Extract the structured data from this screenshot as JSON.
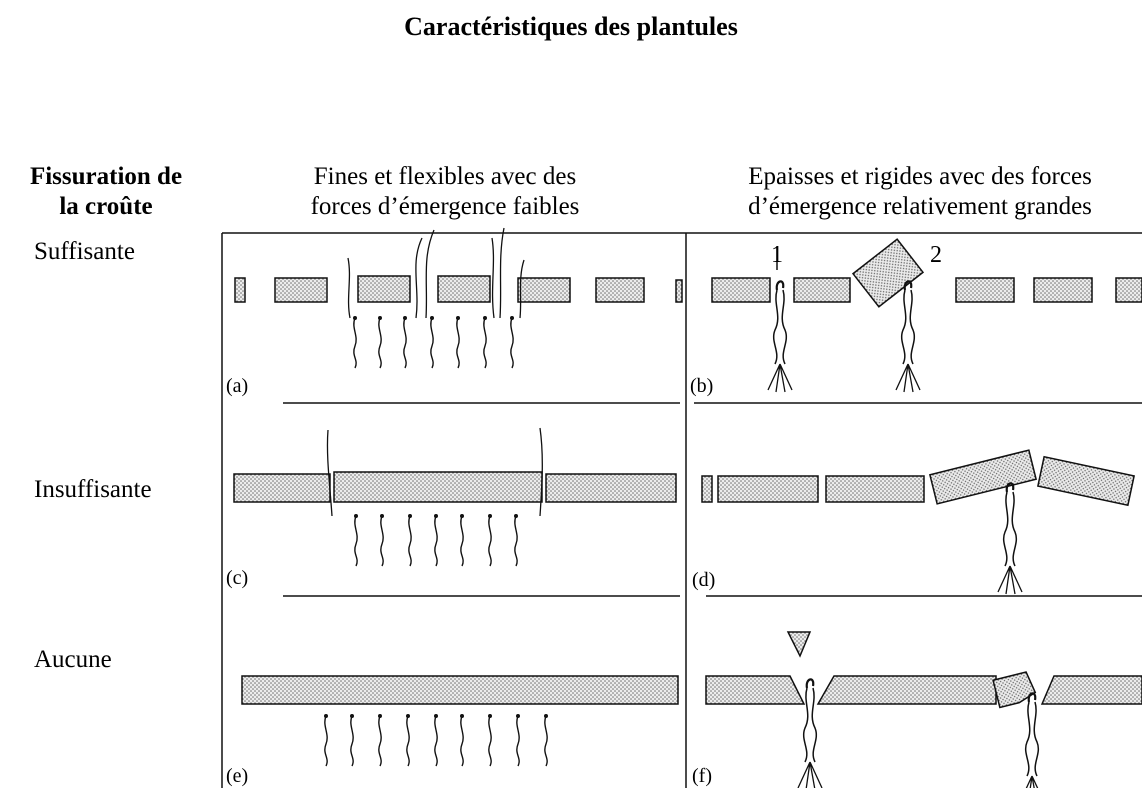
{
  "title": "Caractéristiques des plantules",
  "row_header": "Fissuration de la croûte",
  "row_header_lines": [
    "Fissuration de",
    "la croûte"
  ],
  "columns": [
    {
      "lines": [
        "Fines et flexibles avec des",
        "forces d’émergence faibles"
      ]
    },
    {
      "lines": [
        "Epaisses et rigides avec des forces",
        "d’émergence relativement grandes"
      ]
    }
  ],
  "rows": [
    "Suffisante",
    "Insuffisante",
    "Aucune"
  ],
  "panels": [
    "(a)",
    "(b)",
    "(c)",
    "(d)",
    "(e)",
    "(f)"
  ],
  "seedling_numbers": [
    "1",
    "2"
  ],
  "colors": {
    "crust_fill": "#d9d9d9",
    "line": "#111111"
  }
}
